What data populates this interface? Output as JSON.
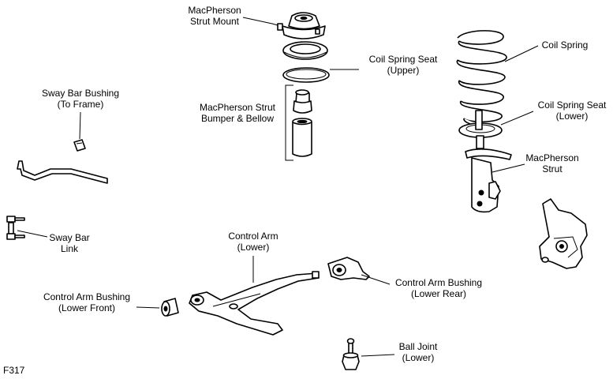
{
  "figure_code": "F317",
  "labels": {
    "strut_mount": [
      "MacPherson",
      "Strut Mount"
    ],
    "spring_seat_upper": [
      "Coil Spring Seat",
      "(Upper)"
    ],
    "bumper_bellow": [
      "MacPherson Strut",
      "Bumper & Bellow"
    ],
    "coil_spring": [
      "Coil Spring"
    ],
    "spring_seat_lower": [
      "Coil Spring Seat",
      "(Lower)"
    ],
    "strut": [
      "MacPherson",
      "Strut"
    ],
    "sway_bar_bushing": [
      "Sway Bar Bushing",
      "(To Frame)"
    ],
    "sway_bar_link": [
      "Sway Bar",
      "Link"
    ],
    "control_arm": [
      "Control Arm",
      "(Lower)"
    ],
    "ca_bushing_rear": [
      "Control Arm Bushing",
      "(Lower Rear)"
    ],
    "ca_bushing_front": [
      "Control Arm Bushing",
      "(Lower Front)"
    ],
    "ball_joint": [
      "Ball Joint",
      "(Lower)"
    ]
  }
}
